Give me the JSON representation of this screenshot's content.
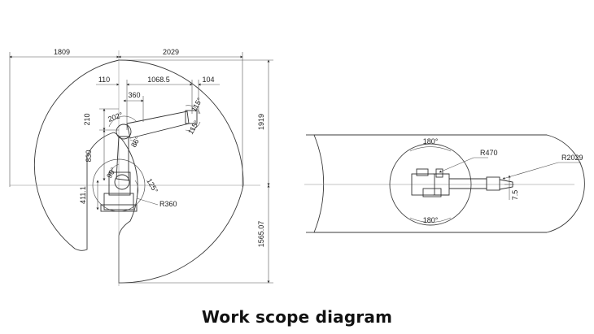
{
  "caption": "Work scope diagram",
  "side_view": {
    "dims": {
      "reach_back": "1809",
      "reach_front": "2029",
      "base_offset": "110",
      "arm_length": "1068.5",
      "wrist_length": "104",
      "upper_offset": "360",
      "shoulder_height_top": "210",
      "upper_arm": "830",
      "base_height": "411.1",
      "total_height": "1919",
      "below_base": "1565.07",
      "base_radius": "R360",
      "angle_wrist_up": "115°",
      "angle_wrist_down": "115°",
      "angle_elbow_up": "202°",
      "angle_elbow": "86°",
      "angle_shoulder_back": "90°",
      "angle_shoulder_front": "125°"
    }
  },
  "top_view": {
    "dims": {
      "angle_top": "180°",
      "angle_bottom": "180°",
      "inner_radius": "R470",
      "outer_radius": "R2029",
      "offset": "7.5"
    }
  },
  "colors": {
    "line": "#3a3a3a",
    "thin": "#7a7a7a",
    "text": "#222222"
  }
}
